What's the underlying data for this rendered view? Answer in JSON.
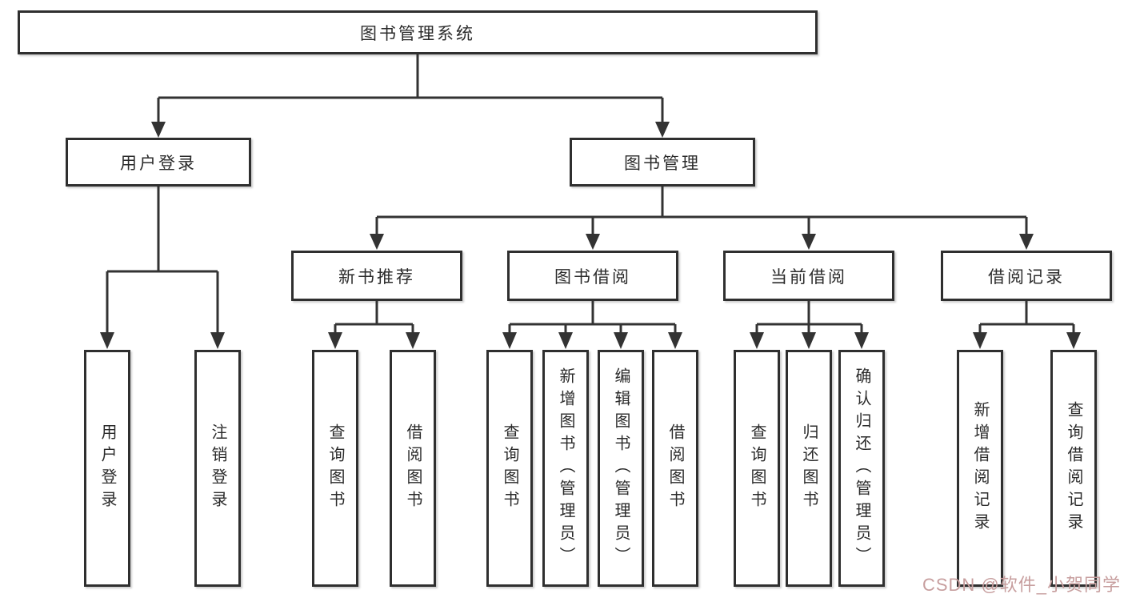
{
  "root": {
    "label": "图书管理系统"
  },
  "branches": {
    "user_login": {
      "label": "用户登录",
      "children": [
        {
          "label": "用户登录"
        },
        {
          "label": "注销登录"
        }
      ]
    },
    "book_mgmt": {
      "label": "图书管理",
      "children": [
        {
          "label": "新书推荐",
          "children": [
            {
              "label": "查询图书"
            },
            {
              "label": "借阅图书"
            }
          ]
        },
        {
          "label": "图书借阅",
          "children": [
            {
              "label": "查询图书"
            },
            {
              "label": "新增图书（管理员）"
            },
            {
              "label": "编辑图书（管理员）"
            },
            {
              "label": "借阅图书"
            }
          ]
        },
        {
          "label": "当前借阅",
          "children": [
            {
              "label": "查询图书"
            },
            {
              "label": "归还图书"
            },
            {
              "label": "确认归还（管理员）"
            }
          ]
        },
        {
          "label": "借阅记录",
          "children": [
            {
              "label": "新增借阅记录"
            },
            {
              "label": "查询借阅记录"
            }
          ]
        }
      ]
    }
  },
  "watermark": {
    "text": "CSDN @软件_小贺同学",
    "color": "#c79e9e"
  },
  "colors": {
    "line": "#333333",
    "box_border": "#2f2f2f",
    "box_background": "#ffffff",
    "text": "#2b2b2b",
    "page_background": "#ffffff"
  }
}
